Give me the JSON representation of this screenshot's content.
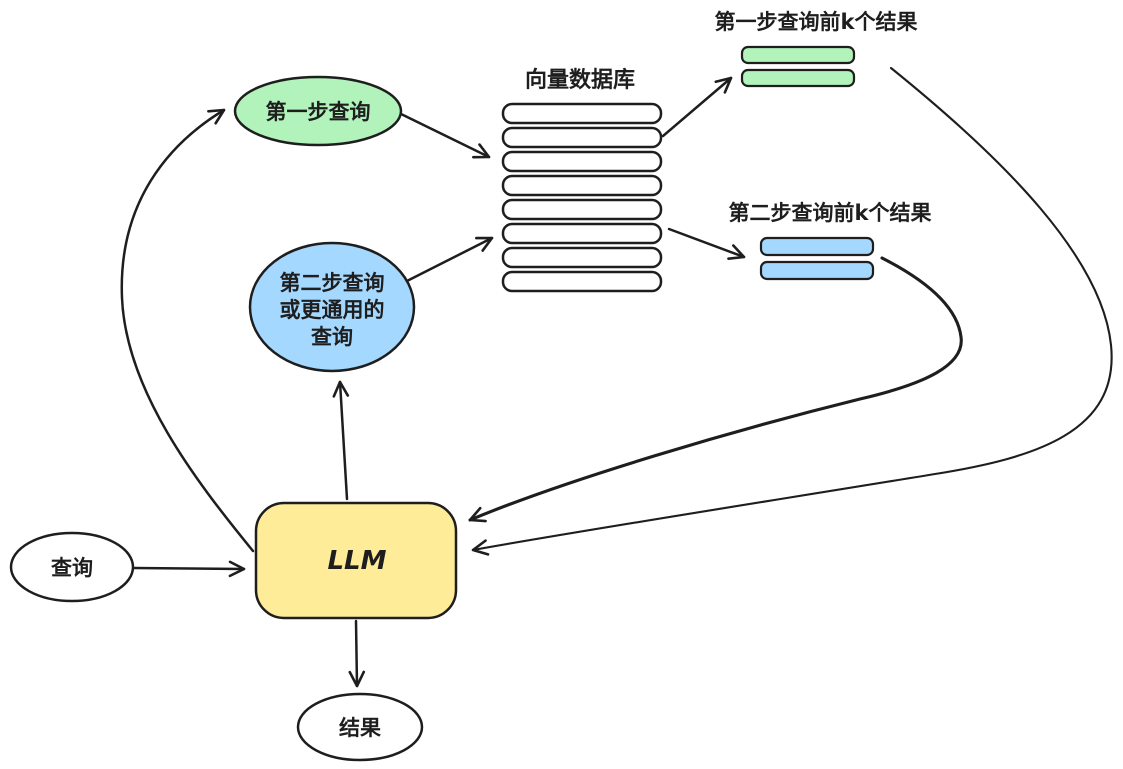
{
  "diagram": {
    "nodes": {
      "query": {
        "label": "查询"
      },
      "llm": {
        "label": "LLM"
      },
      "result": {
        "label": "结果"
      },
      "step1_query": {
        "label": "第一步查询"
      },
      "step2_query": {
        "line1": "第二步查询",
        "line2": "或更通用的",
        "line3": "查询"
      },
      "vector_db": {
        "label": "向量数据库"
      },
      "step1_results": {
        "label": "第一步查询前k个结果"
      },
      "step2_results": {
        "label": "第二步查询前k个结果"
      }
    },
    "colors": {
      "stroke": "#1e1e1e",
      "green": "#b2f2bb",
      "blue": "#a5d8ff",
      "yellow": "#ffec99",
      "white": "#ffffff"
    }
  }
}
